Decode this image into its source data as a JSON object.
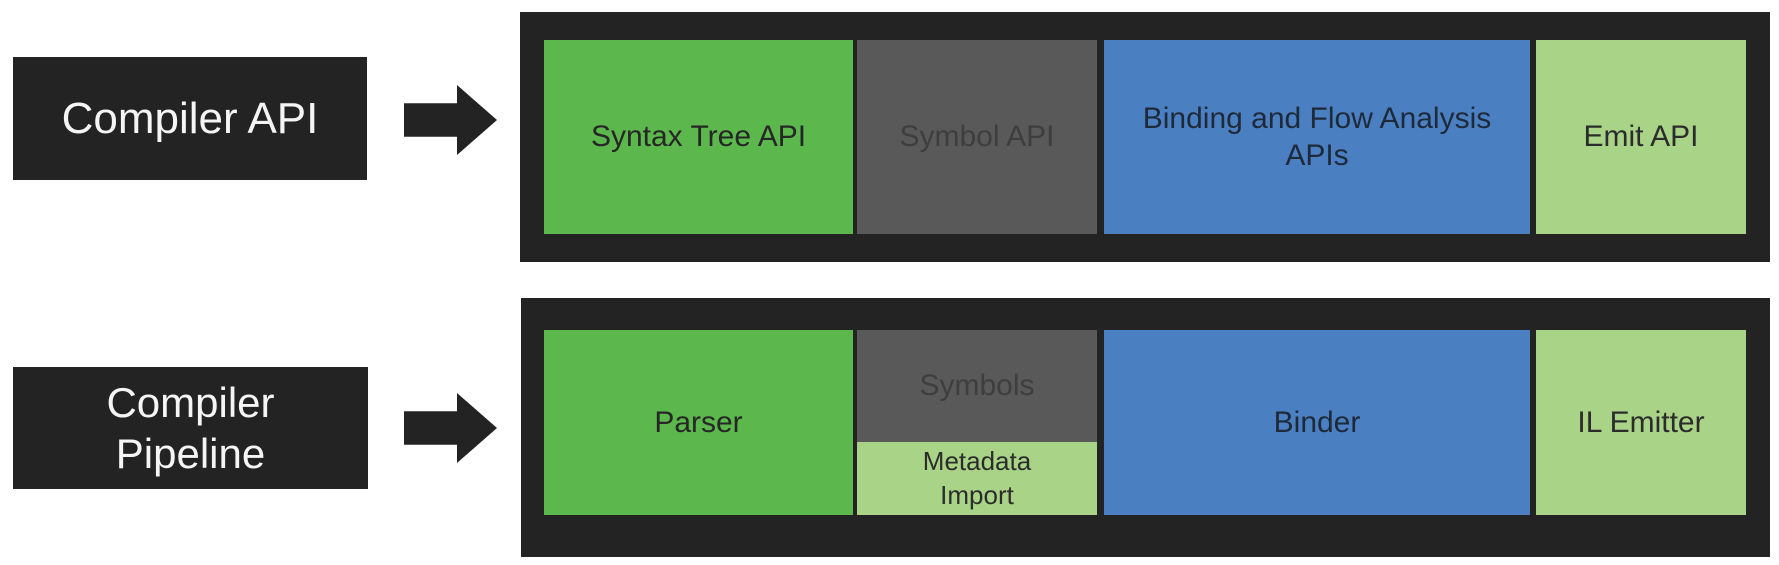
{
  "colors": {
    "dark": "#232323",
    "green": "#5CB84C",
    "gray": "#595959",
    "blue": "#4A7FC1",
    "light_green": "#A9D487",
    "label_text": "#F5F5F5"
  },
  "rows": [
    {
      "label": "Compiler API",
      "blocks": [
        {
          "id": "syntax-tree-api",
          "label": "Syntax Tree API",
          "color_key": "green"
        },
        {
          "id": "symbol-api",
          "label": "Symbol API",
          "color_key": "gray"
        },
        {
          "id": "binding-flow-analysis-apis",
          "label": "Binding and Flow Analysis APIs",
          "color_key": "blue"
        },
        {
          "id": "emit-api",
          "label": "Emit API",
          "color_key": "light_green"
        }
      ]
    },
    {
      "label": "Compiler Pipeline",
      "blocks": [
        {
          "id": "parser",
          "label": "Parser",
          "color_key": "green"
        },
        {
          "id": "symbols",
          "label": "Symbols",
          "color_key": "gray"
        },
        {
          "id": "metadata-import",
          "label": "Metadata Import",
          "color_key": "light_green"
        },
        {
          "id": "binder",
          "label": "Binder",
          "color_key": "blue"
        },
        {
          "id": "il-emitter",
          "label": "IL Emitter",
          "color_key": "light_green"
        }
      ]
    }
  ]
}
